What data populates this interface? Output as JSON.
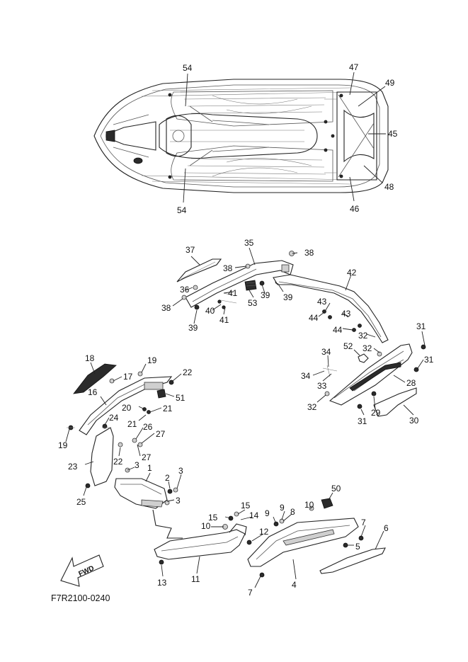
{
  "diagram_code": "F7R2100-0240",
  "fwd_label": "FWD",
  "labels": {
    "l54a": "54",
    "l54b": "54",
    "l47": "47",
    "l49": "49",
    "l45": "45",
    "l48": "48",
    "l46": "46",
    "l37": "37",
    "l35": "35",
    "l38a": "38",
    "l38b": "38",
    "l38c": "38",
    "l36": "36",
    "l41a": "41",
    "l41b": "41",
    "l40": "40",
    "l39a": "39",
    "l39b": "39",
    "l39c": "39",
    "l53": "53",
    "l42": "42",
    "l43a": "43",
    "l43b": "43",
    "l44a": "44",
    "l44b": "44",
    "l32a": "32",
    "l32b": "32",
    "l32c": "32",
    "l31a": "31",
    "l31b": "31",
    "l31c": "31",
    "l52": "52",
    "l34a": "34",
    "l34b": "34",
    "l33": "33",
    "l28": "28",
    "l29": "29",
    "l30": "30",
    "l18": "18",
    "l19a": "19",
    "l19b": "19",
    "l17": "17",
    "l22a": "22",
    "l22b": "22",
    "l16": "16",
    "l51": "51",
    "l20": "20",
    "l21a": "21",
    "l21b": "21",
    "l24": "24",
    "l26": "26",
    "l27a": "27",
    "l27b": "27",
    "l23": "23",
    "l1": "1",
    "l3a": "3",
    "l3b": "3",
    "l3c": "3",
    "l2": "2",
    "l25": "25",
    "l50": "50",
    "l15a": "15",
    "l15b": "15",
    "l14": "14",
    "l9a": "9",
    "l9b": "9",
    "l8": "8",
    "l10a": "10",
    "l10b": "10",
    "l7a": "7",
    "l7b": "7",
    "l6": "6",
    "l12": "12",
    "l5": "5",
    "l4": "4",
    "l11": "11",
    "l13": "13"
  }
}
